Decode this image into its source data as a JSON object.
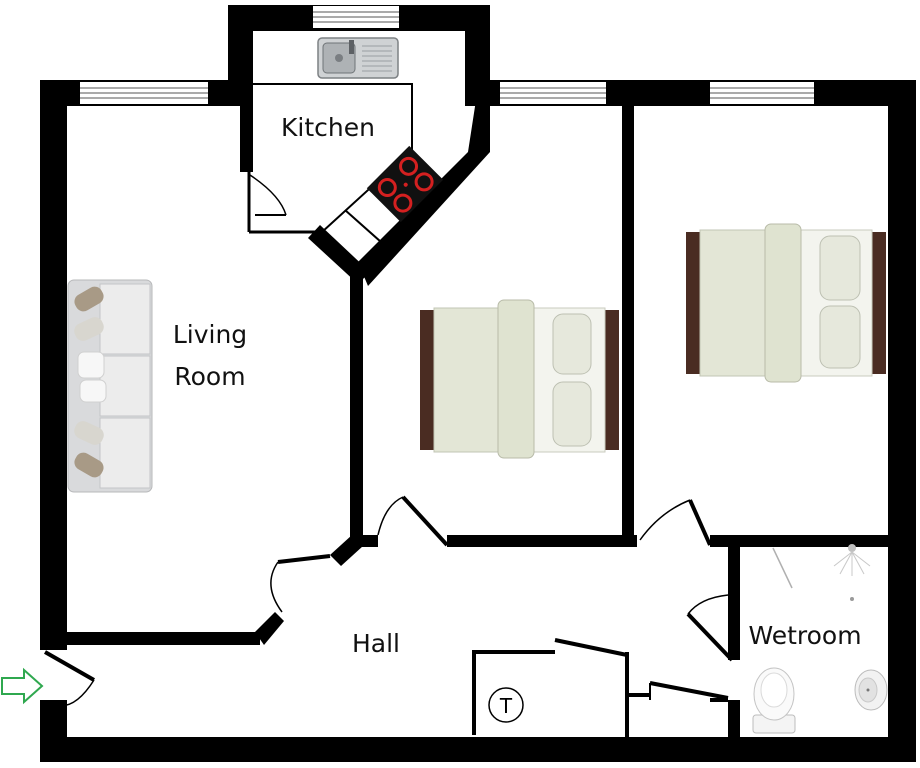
{
  "rooms": {
    "kitchen": "Kitchen",
    "living_line1": "Living",
    "living_line2": "Room",
    "hall": "Hall",
    "wetroom": "Wetroom"
  },
  "cupboard_symbol": "T",
  "icons": {
    "entry": "entry-arrow-icon",
    "sink": "sink-icon",
    "hob": "hob-icon",
    "sofa": "sofa-icon",
    "bed": "double-bed-icon",
    "shower": "shower-icon",
    "toilet": "toilet-icon",
    "basin": "basin-icon"
  },
  "colors": {
    "wall": "#000000",
    "floor": "#ffffff",
    "entry_arrow": "#2fa84f",
    "hob_ring": "#d42020",
    "bedding": "#e3e6d6",
    "bed_frame": "#4a2c22"
  }
}
